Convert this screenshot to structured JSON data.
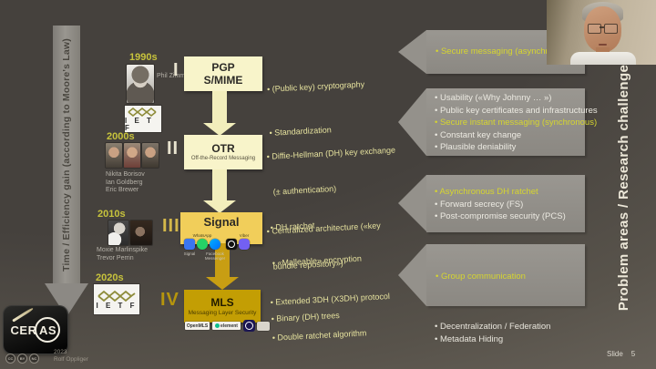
{
  "slide": {
    "left_axis_label": "Time / Efficiency gain (according to Moore's Law)",
    "right_axis_label": "Problem areas / Research challenges",
    "slide_label": "Slide",
    "slide_number": "5",
    "footer": {
      "year": "2023",
      "author": "Rolf Oppliger",
      "logo_left": "CER",
      "logo_circled": "AS",
      "cc_badges": [
        "CC",
        "BY",
        "NC"
      ]
    },
    "colors": {
      "highlight_yellow": "#d6d52f",
      "era_yellow": "#c7c33c",
      "box_cream": "#f8f4ca",
      "box_amber": "#f1ce5a",
      "box_gold": "#c39e04",
      "arrow_gray": "#94918b"
    }
  },
  "timeline": [
    {
      "era": "1990s",
      "numeral": "I",
      "people": [
        "Phil Zimmermann"
      ],
      "org_logo": "IETF",
      "org_logo_display": "I E T F",
      "box_title": "PGP",
      "box_title2": "S/MIME",
      "lines": [
        "• (Public key) cryptography",
        "• Standardization"
      ]
    },
    {
      "era": "2000s",
      "numeral": "II",
      "people": [
        "Nikita Borisov",
        "Ian Goldberg",
        "Eric Brewer"
      ],
      "box_title": "OTR",
      "box_subtitle": "Off-the-Record Messaging",
      "lines": [
        "• Diffie-Hellman (DH) key exchange",
        "  (± authentication)",
        "• DH ratchet",
        "• «Malleable» encryption"
      ]
    },
    {
      "era": "2010s",
      "numeral": "III",
      "people": [
        "Moxie Marlinspike",
        "Trevor Perrin"
      ],
      "box_title": "Signal",
      "apps": [
        "Signal",
        "WhatsApp",
        "Facebook Messenger",
        "Viber"
      ],
      "lines": [
        "• Centralized architecture («key",
        "  bundle repository»)",
        "• Extended 3DH (X3DH) protocol",
        "• Double ratchet algorithm"
      ]
    },
    {
      "era": "2020s",
      "numeral": "IV",
      "org_logo": "IETF",
      "org_logo_display": "I E T F",
      "box_title": "MLS",
      "box_subtitle": "Messaging Layer Security",
      "impl": [
        "OpenMLS",
        "element"
      ],
      "lines": [
        "• Binary (DH) trees"
      ]
    }
  ],
  "arrows": [
    {
      "lines": [
        {
          "text": "• Secure messaging (asynchronous)",
          "highlight": true
        }
      ]
    },
    {
      "lines": [
        {
          "text": "• Usability («Why Johnny … »)",
          "highlight": false
        },
        {
          "text": "• Public key certificates and infrastructures",
          "highlight": false
        },
        {
          "text": "• Secure instant messaging (synchronous)",
          "highlight": true
        },
        {
          "text": "• Constant key change",
          "highlight": false
        },
        {
          "text": "• Plausible deniability",
          "highlight": false
        }
      ]
    },
    {
      "lines": [
        {
          "text": "• Asynchronous DH ratchet",
          "highlight": true
        },
        {
          "text": "• Forward secrecy (FS)",
          "highlight": false
        },
        {
          "text": "• Post-compromise security (PCS)",
          "highlight": false
        }
      ]
    },
    {
      "lines": [
        {
          "text": "• Group communication",
          "highlight": true
        }
      ]
    }
  ],
  "notes": {
    "lines": [
      "• Decentralization / Federation",
      "• Metadata Hiding"
    ]
  }
}
